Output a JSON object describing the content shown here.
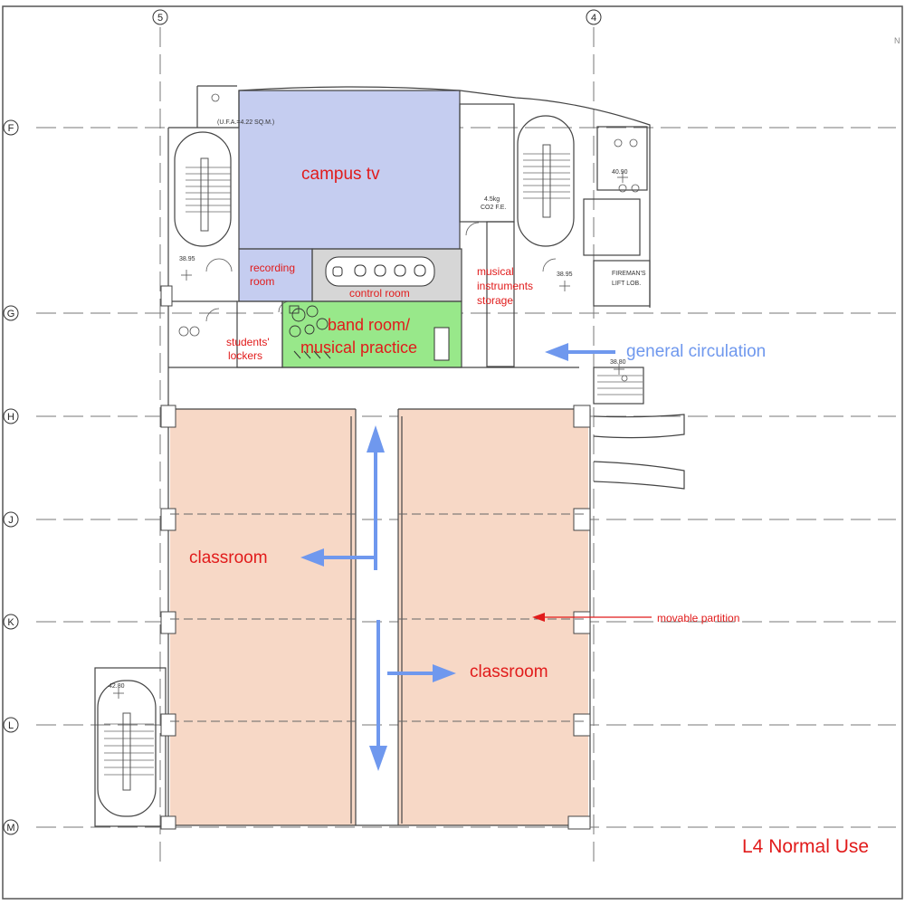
{
  "grid": {
    "columns": [
      "5",
      "4"
    ],
    "rows": [
      "F",
      "G",
      "H",
      "J",
      "K",
      "L",
      "M"
    ],
    "compass": "N"
  },
  "rooms": {
    "campus_tv": "campus tv",
    "recording_room": "recording\nroom",
    "control_room": "control room",
    "musical_storage": "musical\ninstruments\nstorage",
    "band_room": "band room/\nmusical practice",
    "students_lockers": "students'\nlockers",
    "classroom_top": "classroom",
    "classroom_bottom": "classroom"
  },
  "annotations": {
    "general_circulation": "general circulation",
    "movable_partition": "movable partition",
    "title": "L4 Normal Use"
  },
  "plan_text": {
    "ufa": "(U.F.A.=4.22 SQ.M.)",
    "level_1": "38.95",
    "level_2": "38.95",
    "level_3": "40.90",
    "level_4": "38.80",
    "level_5": "42.80",
    "extinguisher_1": "4.5kg",
    "extinguisher_2": "CO2 F.E.",
    "fireman_1": "FIREMAN'S",
    "fireman_2": "LIFT LOB."
  },
  "colors": {
    "campus_tv": "#c5cdf0",
    "band_room": "#98e88a",
    "classroom": "#f7d8c6",
    "label_red": "#e11b1b",
    "circulation_blue": "#6f98ee",
    "wall": "#444444"
  }
}
